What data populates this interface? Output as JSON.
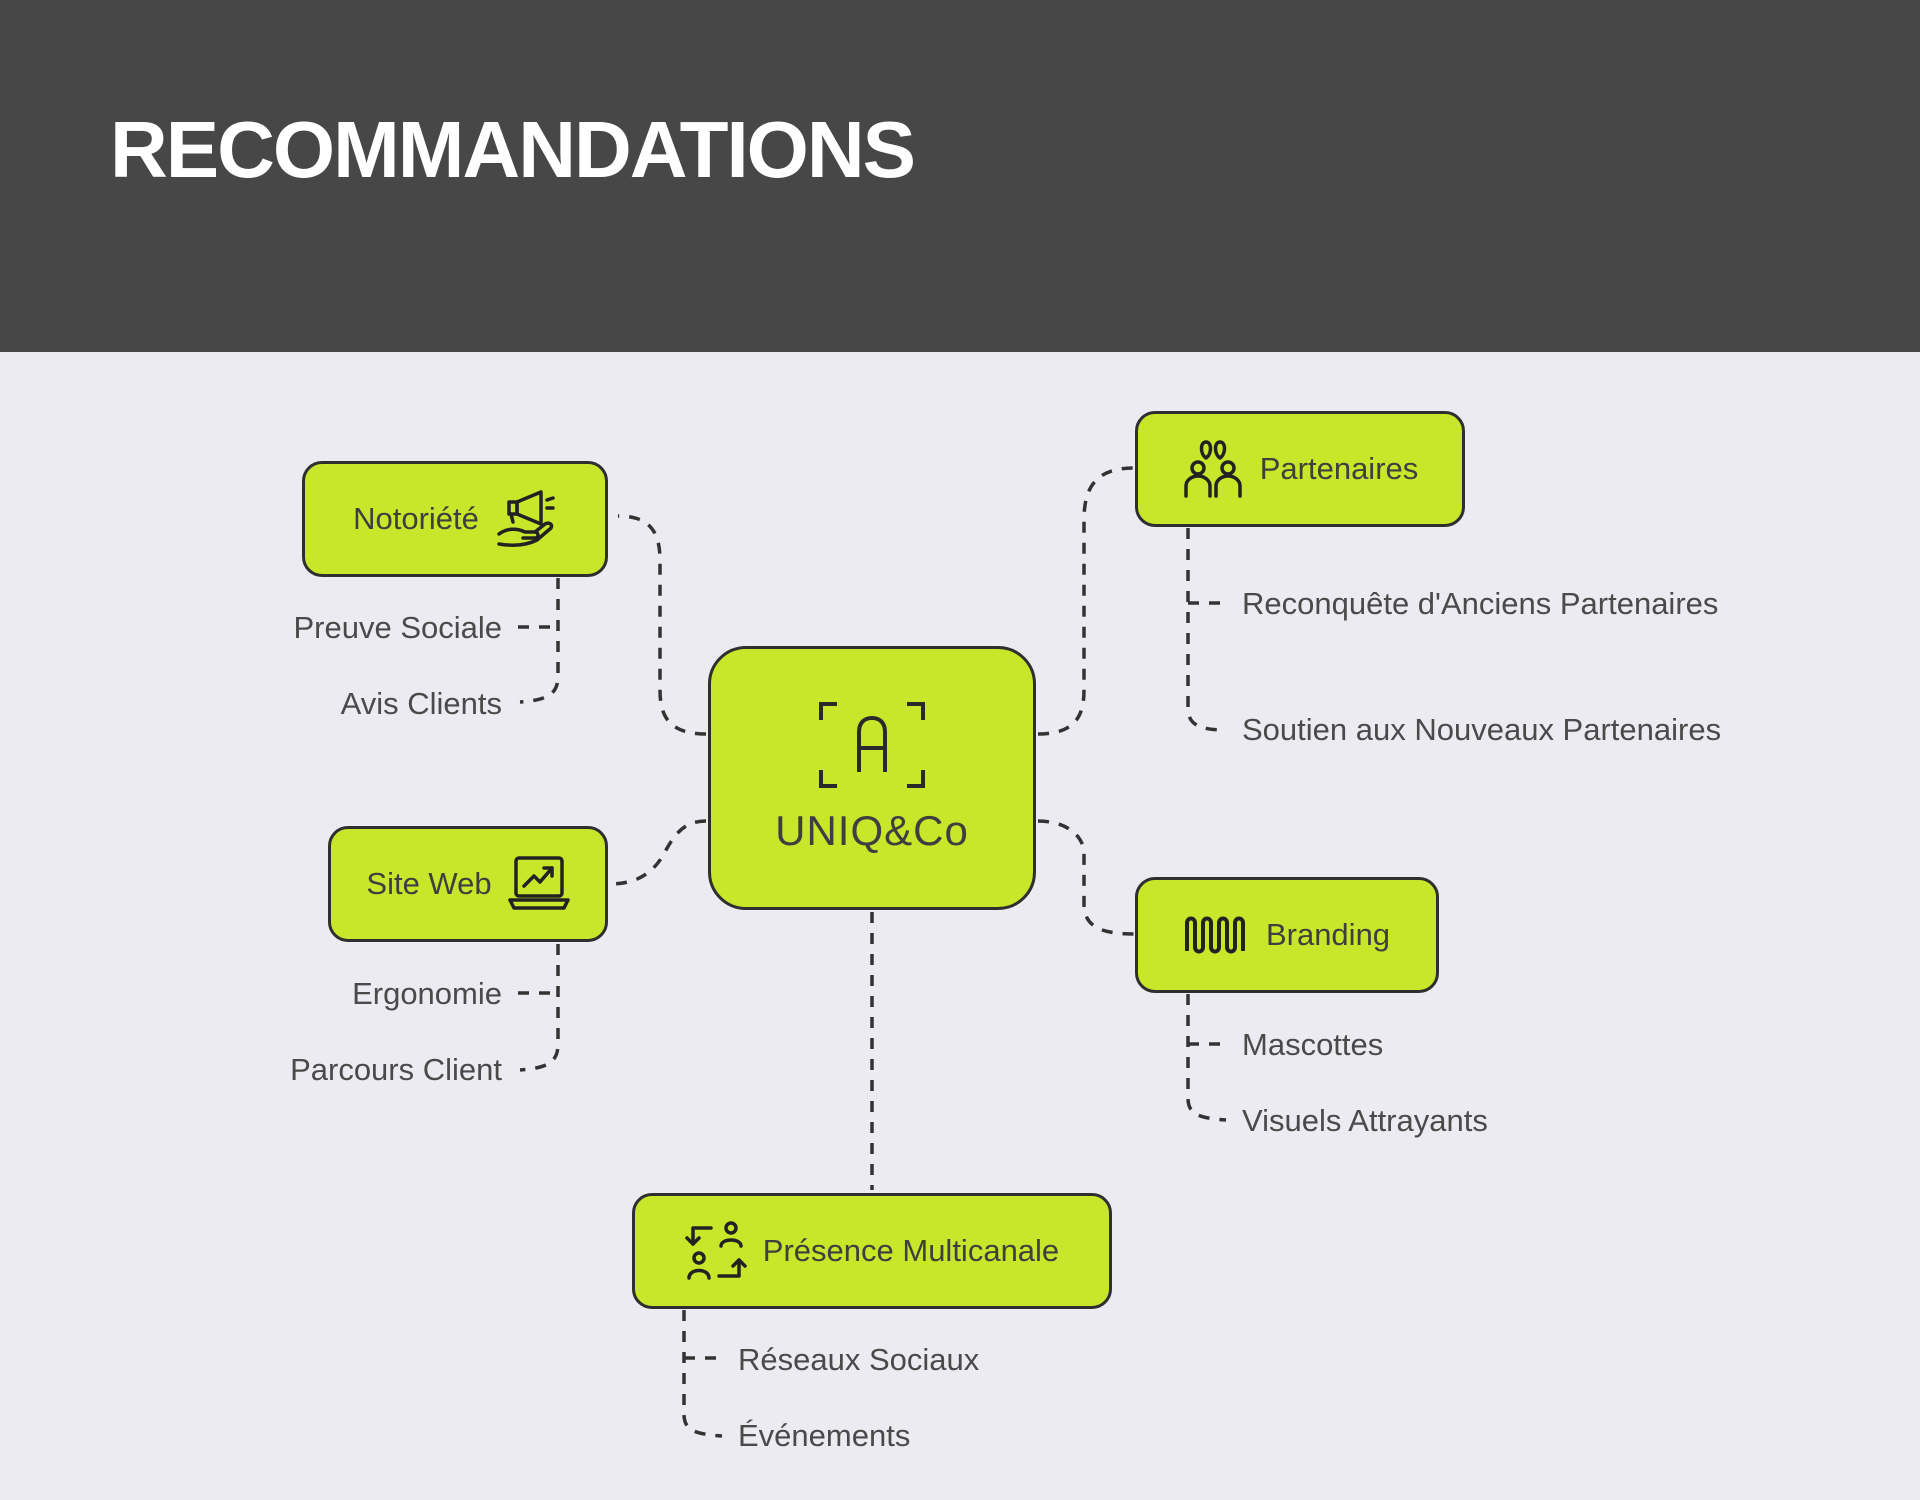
{
  "header": {
    "title": "RECOMMANDATIONS"
  },
  "center": {
    "label": "UNIQ&Co",
    "icon": "letter-a-frame-icon"
  },
  "branches": {
    "notoriete": {
      "label": "Notoriété",
      "icon": "megaphone-hand-icon",
      "items": [
        "Preuve Sociale",
        "Avis Clients"
      ]
    },
    "site_web": {
      "label": "Site Web",
      "icon": "laptop-chart-icon",
      "items": [
        "Ergonomie",
        "Parcours Client"
      ]
    },
    "partenaires": {
      "label": "Partenaires",
      "icon": "partners-people-icon",
      "items": [
        "Reconquête d'Anciens Partenaires",
        "Soutien aux Nouveaux Partenaires"
      ]
    },
    "branding": {
      "label": "Branding",
      "icon": "wave-pattern-icon",
      "items": [
        "Mascottes",
        "Visuels Attrayants"
      ]
    },
    "presence": {
      "label": "Présence Multicanale",
      "icon": "people-exchange-icon",
      "items": [
        "Réseaux Sociaux",
        "Événements"
      ]
    }
  },
  "colors": {
    "header_bg": "#474747",
    "page_bg": "#ecebf1",
    "node_fill": "#c8e62a",
    "node_border": "#2f2f2f",
    "text": "#4a4a4a"
  }
}
